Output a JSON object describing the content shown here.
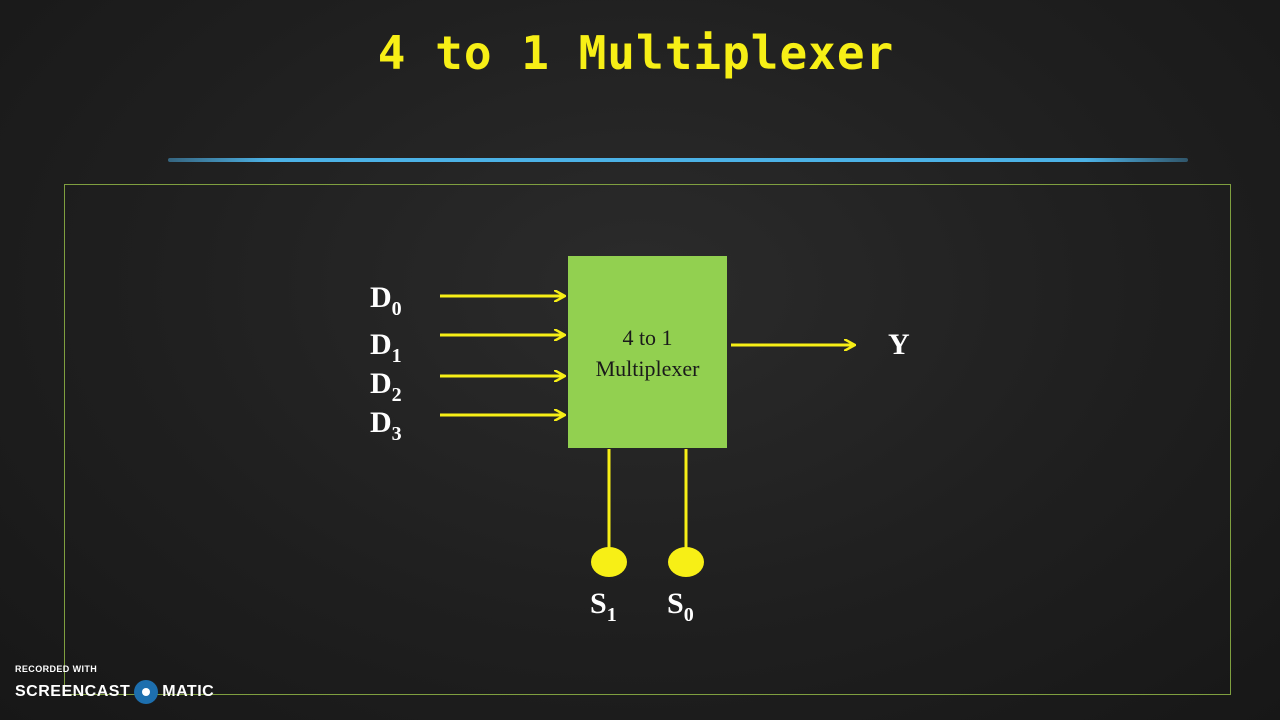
{
  "title": "4 to 1 Multiplexer",
  "block": {
    "line1": "4 to 1",
    "line2": "Multiplexer"
  },
  "inputs": [
    {
      "letter": "D",
      "index": "0"
    },
    {
      "letter": "D",
      "index": "1"
    },
    {
      "letter": "D",
      "index": "2"
    },
    {
      "letter": "D",
      "index": "3"
    }
  ],
  "output": "Y",
  "selects": [
    {
      "letter": "S",
      "index": "1"
    },
    {
      "letter": "S",
      "index": "0"
    }
  ],
  "watermark": {
    "top": "RECORDED WITH",
    "left": "SCREENCAST",
    "right": "MATIC"
  },
  "colors": {
    "title": "#f7ef16",
    "wire": "#f7ef16",
    "block": "#92d050",
    "rule": "#4cb2e6",
    "frame": "#7f9f3f",
    "background": "#1f1f1f"
  }
}
